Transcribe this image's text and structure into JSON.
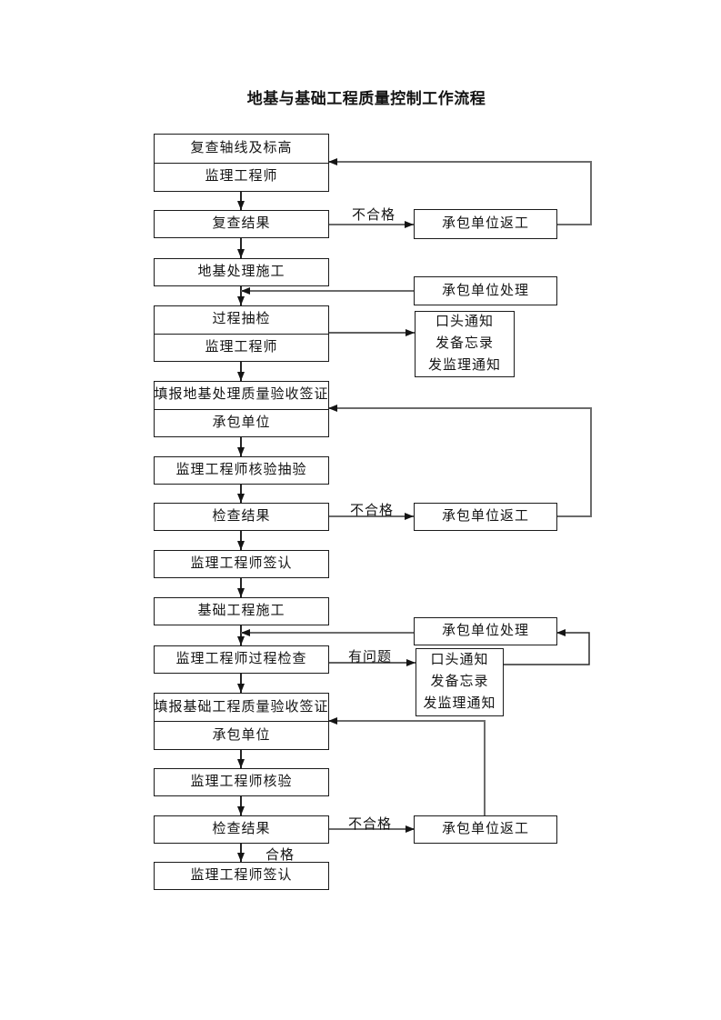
{
  "title": "地基与基础工程质量控制工作流程",
  "colors": {
    "background": "#ffffff",
    "box_border": "#1a1a1a",
    "text": "#141414",
    "flow_arrow": "#262626",
    "feedback_line": "#6b6b6b"
  },
  "main_flow": [
    {
      "rows": [
        "复查轴线及标高",
        "监理工程师"
      ]
    },
    {
      "rows": [
        "复查结果"
      ]
    },
    {
      "rows": [
        "地基处理施工"
      ]
    },
    {
      "rows": [
        "过程抽检",
        "监理工程师"
      ]
    },
    {
      "rows": [
        "填报地基处理质量验收签证",
        "承包单位"
      ]
    },
    {
      "rows": [
        "监理工程师核验抽验"
      ]
    },
    {
      "rows": [
        "检查结果"
      ]
    },
    {
      "rows": [
        "监理工程师签认"
      ]
    },
    {
      "rows": [
        "基础工程施工"
      ]
    },
    {
      "rows": [
        "监理工程师过程检查"
      ]
    },
    {
      "rows": [
        "填报基础工程质量验收签证",
        "承包单位"
      ]
    },
    {
      "rows": [
        "监理工程师核验"
      ]
    },
    {
      "rows": [
        "检查结果"
      ]
    },
    {
      "rows": [
        "监理工程师签认"
      ]
    }
  ],
  "side_boxes": [
    {
      "rows": [
        "承包单位返工"
      ]
    },
    {
      "rows": [
        "承包单位处理"
      ]
    },
    {
      "rows": [
        "口头通知",
        "发备忘录",
        "发监理通知"
      ]
    },
    {
      "rows": [
        "承包单位返工"
      ]
    },
    {
      "rows": [
        "承包单位处理"
      ]
    },
    {
      "rows": [
        "口头通知",
        "发备忘录",
        "发监理通知"
      ]
    },
    {
      "rows": [
        "承包单位返工"
      ]
    }
  ],
  "edge_labels": {
    "fail_1": "不合格",
    "fail_2": "不合格",
    "problem": "有问题",
    "fail_3": "不合格",
    "pass": "合格"
  }
}
